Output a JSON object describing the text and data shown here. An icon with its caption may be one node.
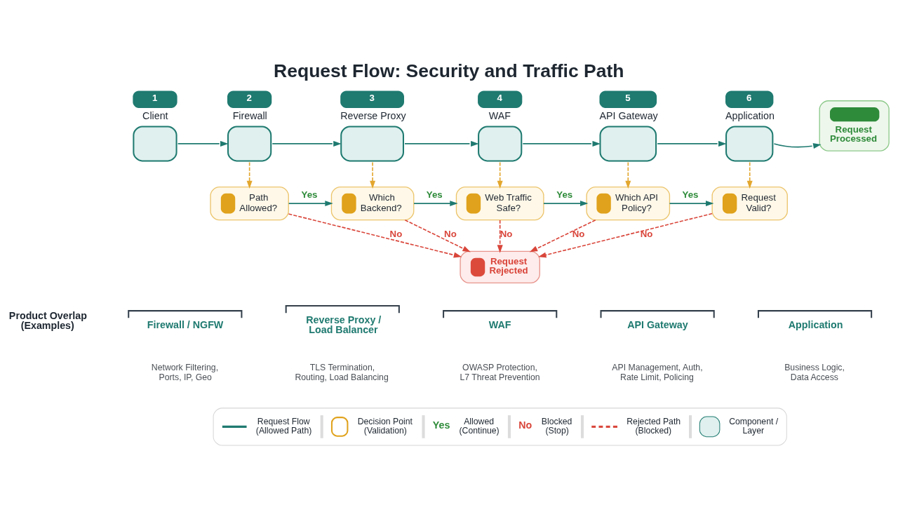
{
  "diagram": {
    "title": "Request Flow: Security and Traffic Path",
    "nodes": [
      {
        "text": [
          "1",
          "Client"
        ]
      },
      {
        "text": [
          "2",
          "Firewall"
        ]
      },
      {
        "text": [
          "3",
          "Reverse Proxy"
        ]
      },
      {
        "text": [
          "4",
          "WAF"
        ]
      },
      {
        "text": [
          "5",
          "API Gateway"
        ]
      },
      {
        "text": [
          "6",
          "Application"
        ]
      },
      {
        "text": [
          "Request Processed"
        ]
      },
      {
        "text": [
          "Path Allowed?"
        ]
      },
      {
        "text": [
          "Which Backend?"
        ]
      },
      {
        "text": [
          "Web Traffic Safe?"
        ]
      },
      {
        "text": [
          "Which API Policy?"
        ]
      },
      {
        "text": [
          "Request Valid?"
        ]
      },
      {
        "text": [
          "Request Rejected"
        ]
      }
    ],
    "edges": [
      {
        "from": 0,
        "to": 1,
        "arrow": "to"
      },
      {
        "from": 1,
        "to": 2,
        "arrow": "to"
      },
      {
        "from": 2,
        "to": 3,
        "arrow": "to"
      },
      {
        "from": 3,
        "to": 4,
        "arrow": "to"
      },
      {
        "from": 4,
        "to": 5,
        "arrow": "to"
      },
      {
        "from": 5,
        "to": 6,
        "arrow": "to"
      },
      {
        "from": 1,
        "to": 7,
        "arrow": "to",
        "style": "dashed",
        "color": "#e3a72f"
      },
      {
        "from": 2,
        "to": 8,
        "arrow": "to",
        "style": "dashed",
        "color": "#e3a72f"
      },
      {
        "from": 3,
        "to": 9,
        "arrow": "to",
        "style": "dashed",
        "color": "#e3a72f"
      },
      {
        "from": 4,
        "to": 10,
        "arrow": "to",
        "style": "dashed",
        "color": "#e3a72f"
      },
      {
        "from": 5,
        "to": 11,
        "arrow": "to",
        "style": "dashed",
        "color": "#e3a72f"
      },
      {
        "from": 7,
        "to": 8,
        "arrow": "to",
        "label": "Yes"
      },
      {
        "from": 8,
        "to": 9,
        "arrow": "to",
        "label": "Yes"
      },
      {
        "from": 9,
        "to": 10,
        "arrow": "to",
        "label": "Yes"
      },
      {
        "from": 10,
        "to": 11,
        "arrow": "to",
        "label": "Yes"
      },
      {
        "from": 7,
        "to": 12,
        "arrow": "to",
        "label": "No",
        "style": "dashed",
        "color": "#d9463b"
      },
      {
        "from": 8,
        "to": 12,
        "arrow": "to",
        "label": "No",
        "style": "dashed",
        "color": "#d9463b"
      },
      {
        "from": 9,
        "to": 12,
        "arrow": "to",
        "label": "No",
        "style": "dashed",
        "color": "#d9463b"
      },
      {
        "from": 10,
        "to": 12,
        "arrow": "to",
        "label": "No",
        "style": "dashed",
        "color": "#d9463b"
      },
      {
        "from": 11,
        "to": 12,
        "arrow": "to",
        "label": "No",
        "style": "dashed",
        "color": "#d9463b"
      }
    ],
    "labels": [
      "Product Overlap (Examples)",
      "Firewall / NGFW",
      "Network Filtering, Ports, IP, Geo",
      "Reverse Proxy / Load Balancer",
      "TLS Termination, Routing, Load Balancing",
      "WAF",
      "OWASP Protection, L7 Threat Prevention",
      "API Gateway",
      "API Management, Auth, Rate Limit, Policing",
      "Application",
      "Business Logic, Data Access",
      "Yes",
      "No"
    ],
    "legend": [
      {
        "text": "Request Flow (Allowed Path)"
      },
      {
        "text": "Decision Point (Validation)"
      },
      {
        "text": "Allowed (Continue)"
      },
      {
        "text": "Blocked (Stop)"
      },
      {
        "text": "Rejected Path (Blocked)"
      },
      {
        "text": "Component / Layer",
        "color": "#dff0ee"
      }
    ]
  }
}
